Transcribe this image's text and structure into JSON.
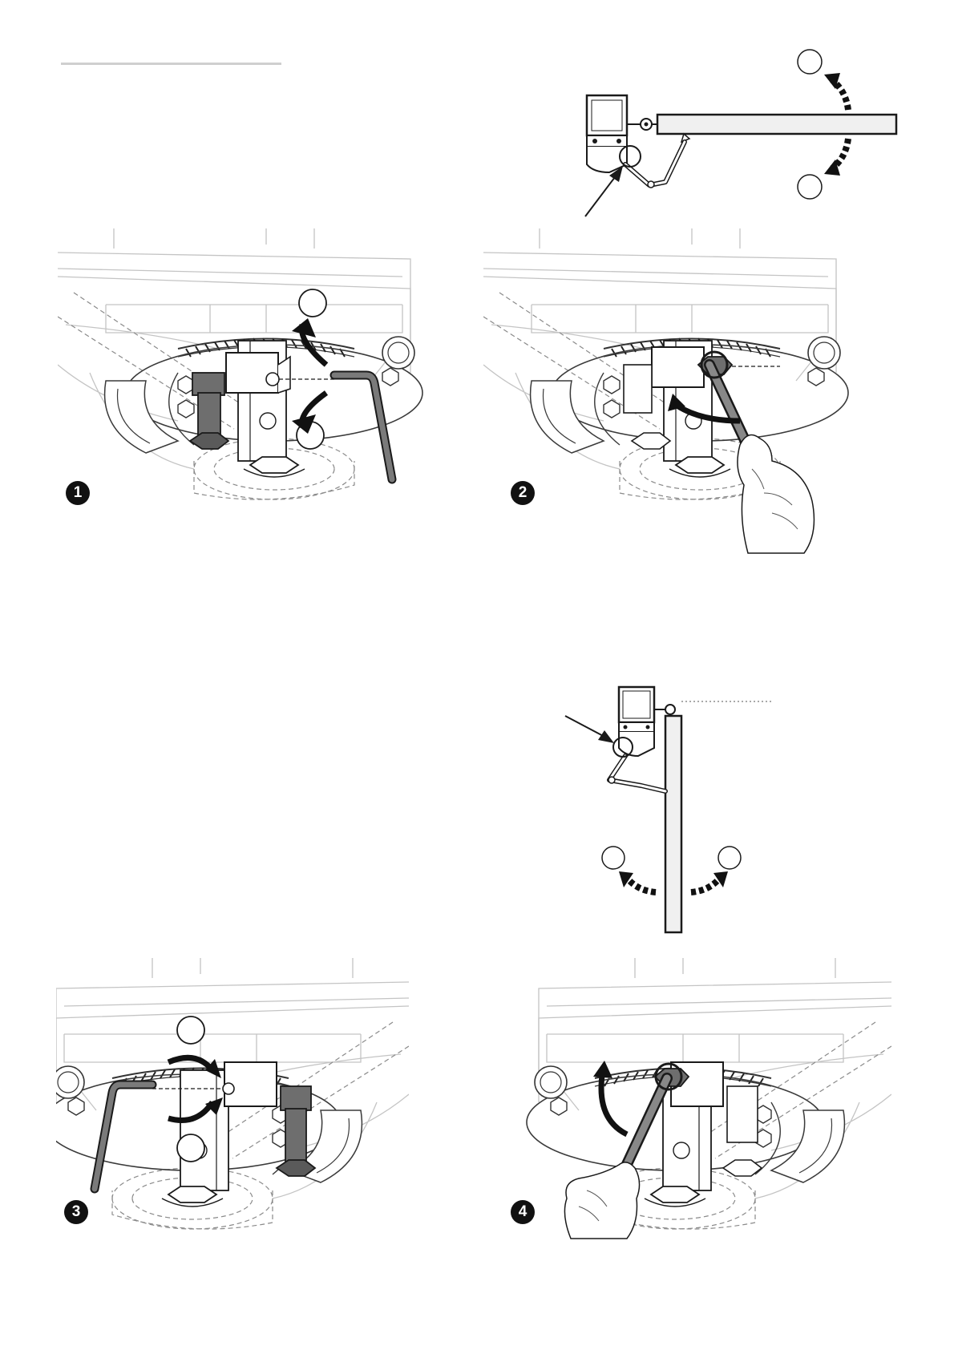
{
  "steps": [
    {
      "number": "1"
    },
    {
      "number": "2"
    },
    {
      "number": "3"
    },
    {
      "number": "4"
    }
  ],
  "colors": {
    "line": "#1a1a1a",
    "faint": "#b9b9b9",
    "dark_part": "#6e6e6e",
    "arrow": "#111111",
    "badge_bg": "#111111",
    "badge_text": "#ffffff",
    "header_rule": "#cfcfcf"
  },
  "icons": {
    "callout": "empty-circle-callout",
    "rotation": "curved-arrow-icon",
    "tool": "hex-key-icon",
    "tool_alt": "wrench-icon"
  }
}
